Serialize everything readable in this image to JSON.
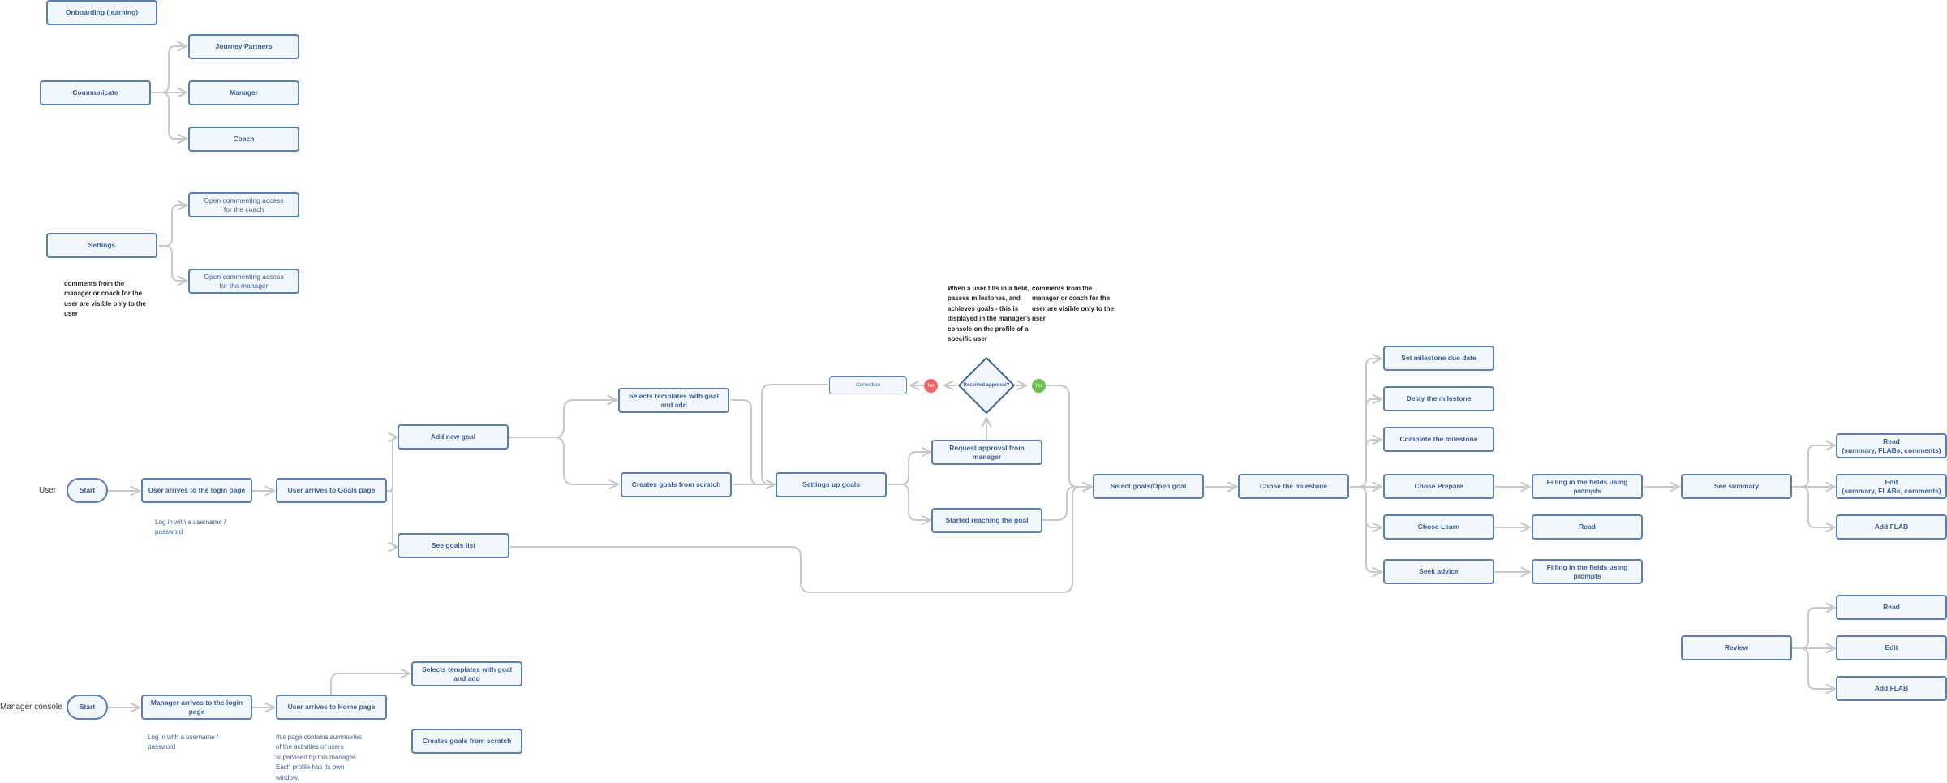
{
  "lanes": {
    "user": "User",
    "manager": "Manager console"
  },
  "colors": {
    "node_fill": "#f2f7fd",
    "node_border": "#5a7fb0",
    "node_text": "#3b5f93",
    "connector": "#c8c8c8",
    "no_badge": "#f06767",
    "yes_badge": "#6cc04a"
  },
  "top": {
    "onboarding": "Onboarding (learning)",
    "communicate": "Communicate",
    "journey_partners": "Journey Partners",
    "manager": "Manager",
    "coach": "Coach",
    "settings": "Settings",
    "open_coach": "Open commenting access\nfor the coach",
    "open_manager": "Open commenting access\nfor the manager",
    "settings_note": "comments from the\nmanager or coach for the\nuser are visible only to the\nuser"
  },
  "user_flow": {
    "start": "Start",
    "login_page": "User arrives to the login page",
    "login_note": "Log in with a username /\npassword",
    "goals_page": "User arrives to Goals page",
    "add_new_goal": "Add new goal",
    "see_goals_list": "See goals list",
    "selects_templates": "Selects templates with goal and add",
    "creates_scratch": "Creates goals from scratch",
    "settings_up_goals": "Settings up goals",
    "correction": "Correction",
    "no": "No",
    "received_approval": "Received approval?",
    "yes": "Yes",
    "request_approval": "Request approval from manager",
    "started_reaching": "Started reaching the goal",
    "approval_note_1": "When a user fills in a field,\npasses milestones, and\nachieves goals - this is\ndisplayed in the manager's\nconsole on the profile of a\nspecific user",
    "approval_note_2": "comments from the\nmanager or coach for the\nuser are visible only to the\nuser",
    "select_goals": "Select goals/Open goal",
    "chose_milestone": "Chose the milestone",
    "set_due_date": "Set milestone due date",
    "delay_milestone": "Delay the milestone",
    "complete_milestone": "Complete the milestone",
    "chose_prepare": "Chose Prepare",
    "chose_learn": "Chose Learn",
    "seek_advice": "Seek advice",
    "filling_prepare": "Filling in the fields using prompts",
    "read_learn": "Read",
    "filling_advice": "Filling in the fields using prompts",
    "see_summary": "See summary",
    "summary_read": "Read\n(summary, FLABs, comments)",
    "summary_edit": "Edit\n(summary, FLABs, comments)",
    "summary_add_flab": "Add FLAB",
    "review": "Review",
    "review_read": "Read",
    "review_edit": "Edit",
    "review_add_flab": "Add FLAB"
  },
  "manager_flow": {
    "start": "Start",
    "login_page": "Manager arrives to the login page",
    "login_note": "Log in with a username /\npassword",
    "home_page": "User arrives to Home page",
    "home_note": "this page contains summaries\nof the activities of users\nsupervised by this manager.\nEach profile has its own\nwindow.",
    "selects_templates": "Selects templates with goal and add",
    "creates_scratch": "Creates goals from scratch"
  }
}
